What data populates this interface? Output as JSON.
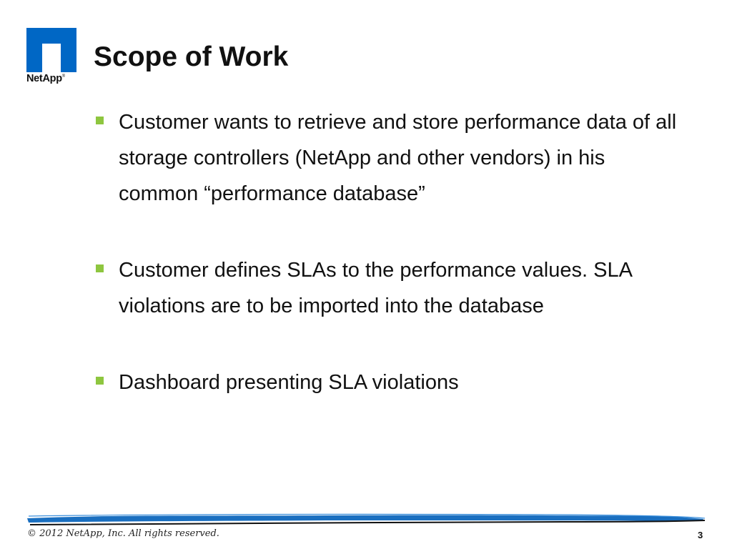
{
  "brand": {
    "name": "NetApp",
    "trademark": "®",
    "logo_color": "#0067c5"
  },
  "slide": {
    "title": "Scope of Work",
    "bullets": [
      "Customer wants to retrieve and store performance data of all storage controllers (NetApp and other vendors) in his common “performance database”",
      "Customer defines SLAs to the performance values. SLA violations are to be imported into the database",
      "Dashboard presenting SLA violations"
    ],
    "bullet_color": "#8ec63f"
  },
  "footer": {
    "copyright": "© 2012 NetApp, Inc. All rights reserved.",
    "page_number": "3",
    "line_colors": [
      "#1a6fc0",
      "#111111"
    ]
  }
}
